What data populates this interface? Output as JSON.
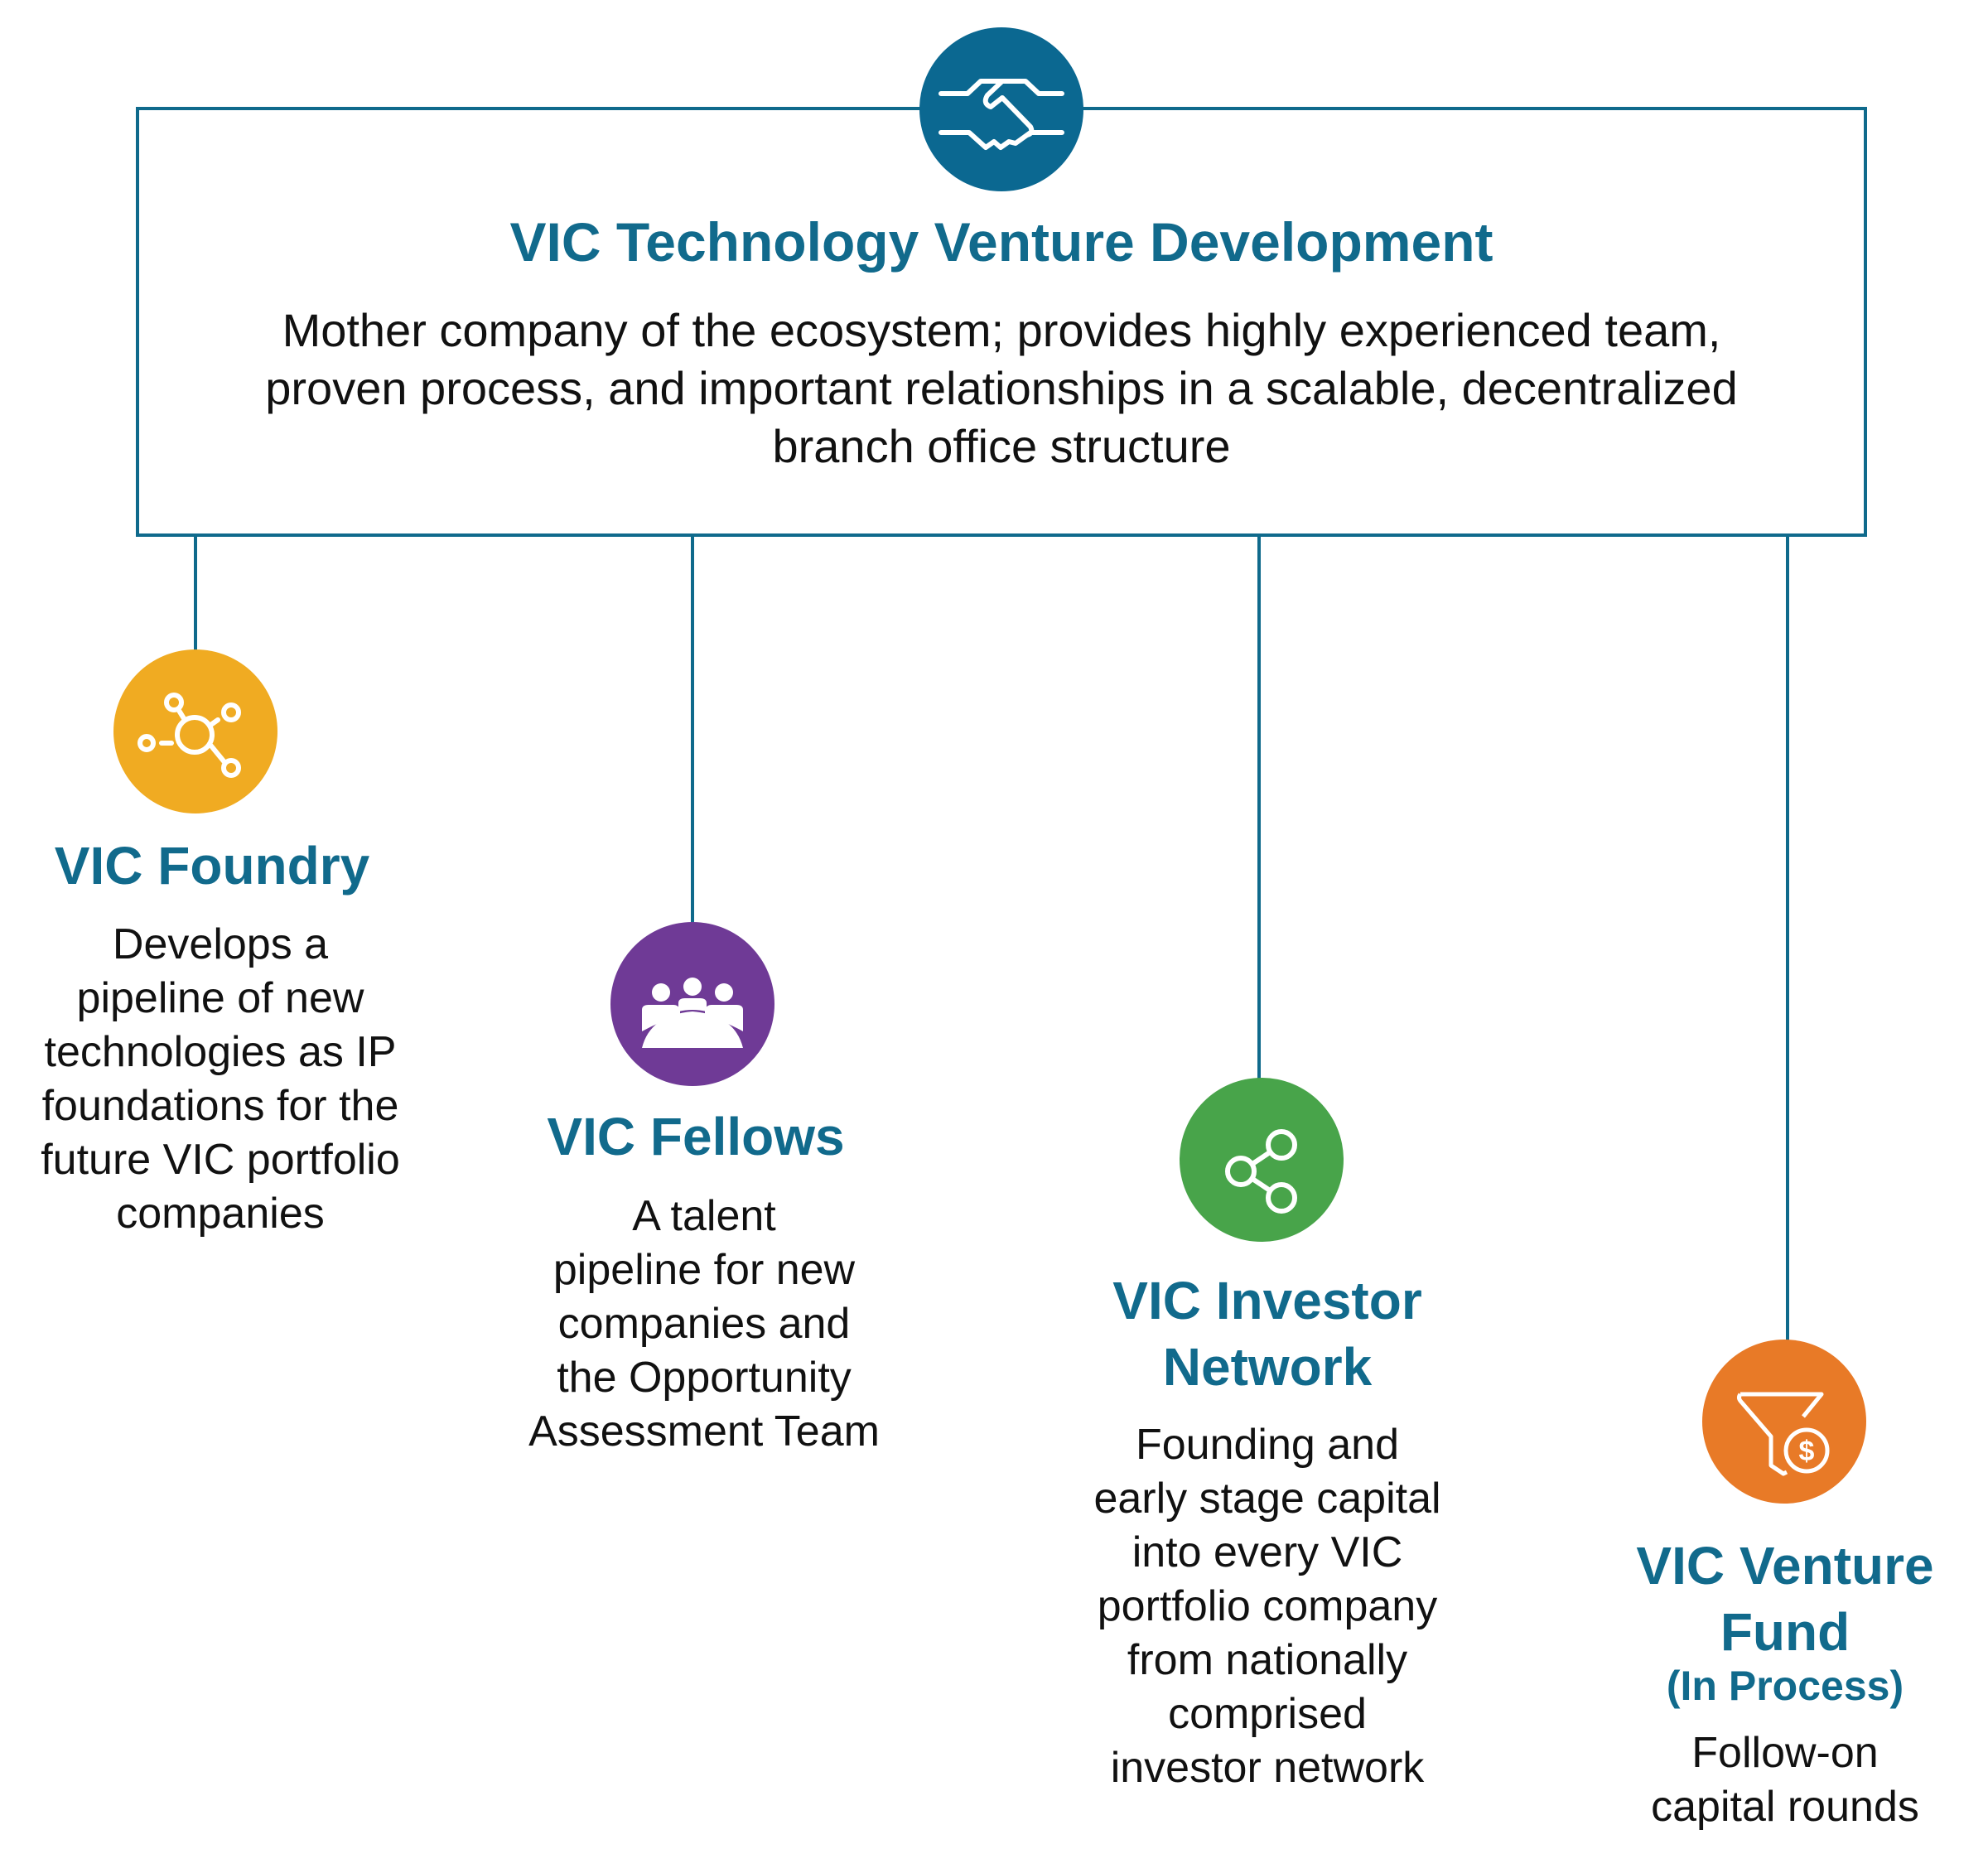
{
  "header": {
    "icon": "handshake-icon",
    "title": "VIC Technology Venture Development",
    "description_lines": [
      "Mother company of the ecosystem; provides highly experienced team,",
      "proven process, and important relationships in a scalable, decentralized",
      "branch office structure"
    ]
  },
  "colors": {
    "primary": "#0f6a8c",
    "handshake": "#0b6891",
    "foundry": "#f0ab22",
    "fellows": "#6f3a96",
    "investor": "#48a44a",
    "venture": "#e87a27",
    "text": "#111111"
  },
  "nodes": [
    {
      "id": "foundry",
      "icon": "molecule-network-icon",
      "title_lines": [
        "VIC Foundry"
      ],
      "subtitle": "",
      "description_lines": [
        "Develops a",
        "pipeline of new",
        "technologies as IP",
        "foundations for the",
        "future VIC portfolio",
        "companies"
      ]
    },
    {
      "id": "fellows",
      "icon": "meeting-group-icon",
      "title_lines": [
        "VIC Fellows"
      ],
      "subtitle": "",
      "description_lines": [
        "A talent",
        "pipeline for new",
        "companies and",
        "the Opportunity",
        "Assessment Team"
      ]
    },
    {
      "id": "investor",
      "icon": "share-network-icon",
      "title_lines": [
        "VIC Investor",
        "Network"
      ],
      "subtitle": "",
      "description_lines": [
        "Founding and",
        "early stage capital",
        "into every VIC",
        "portfolio company",
        "from nationally",
        "comprised",
        "investor network"
      ]
    },
    {
      "id": "venture",
      "icon": "funnel-dollar-icon",
      "title_lines": [
        "VIC Venture",
        "Fund"
      ],
      "subtitle": "(In Process)",
      "description_lines": [
        "Follow-on",
        "capital rounds"
      ]
    }
  ]
}
